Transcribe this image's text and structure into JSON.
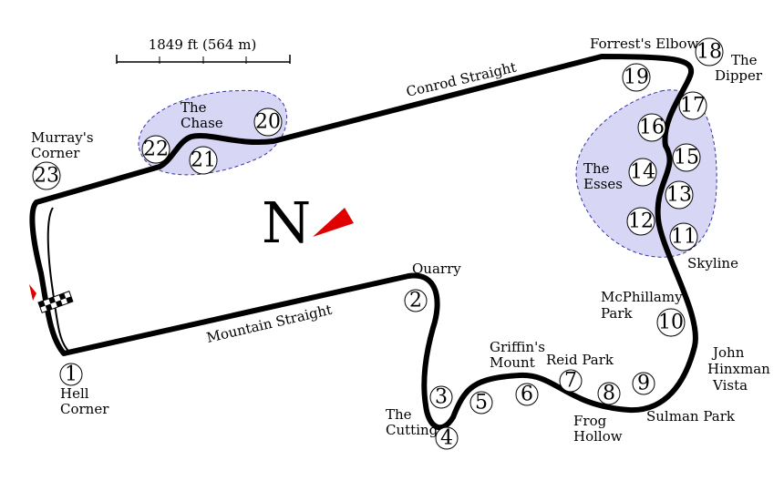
{
  "scale_label": "1849 ft (564 m)",
  "north_label": "N",
  "colors": {
    "track": "#000000",
    "zone_fill": "#d7d7f5",
    "zone_stroke": "#3333aa",
    "arrow": "#e00000"
  },
  "labels": {
    "hell_corner": [
      "Hell",
      "Corner"
    ],
    "mountain_straight": "Mountain Straight",
    "quarry": "Quarry",
    "the_cutting": [
      "The",
      "Cutting"
    ],
    "griffins_mount": [
      "Griffin's",
      "Mount"
    ],
    "reid_park": "Reid Park",
    "frog_hollow": [
      "Frog",
      "Hollow"
    ],
    "sulman_park": "Sulman Park",
    "john_hinxman_vista": [
      "John",
      "Hinxman",
      "Vista"
    ],
    "mcphillamy_park": [
      "McPhillamy",
      "Park"
    ],
    "skyline": "Skyline",
    "the_esses": [
      "The",
      "Esses"
    ],
    "the_dipper": [
      "The",
      "Dipper"
    ],
    "forrests_elbow": "Forrest's Elbow",
    "conrod_straight": "Conrod Straight",
    "the_chase": [
      "The",
      "Chase"
    ],
    "murrays_corner": [
      "Murray's",
      "Corner"
    ]
  },
  "turns": [
    "1",
    "2",
    "3",
    "4",
    "5",
    "6",
    "7",
    "8",
    "9",
    "10",
    "11",
    "12",
    "13",
    "14",
    "15",
    "16",
    "17",
    "18",
    "19",
    "20",
    "21",
    "22",
    "23"
  ]
}
